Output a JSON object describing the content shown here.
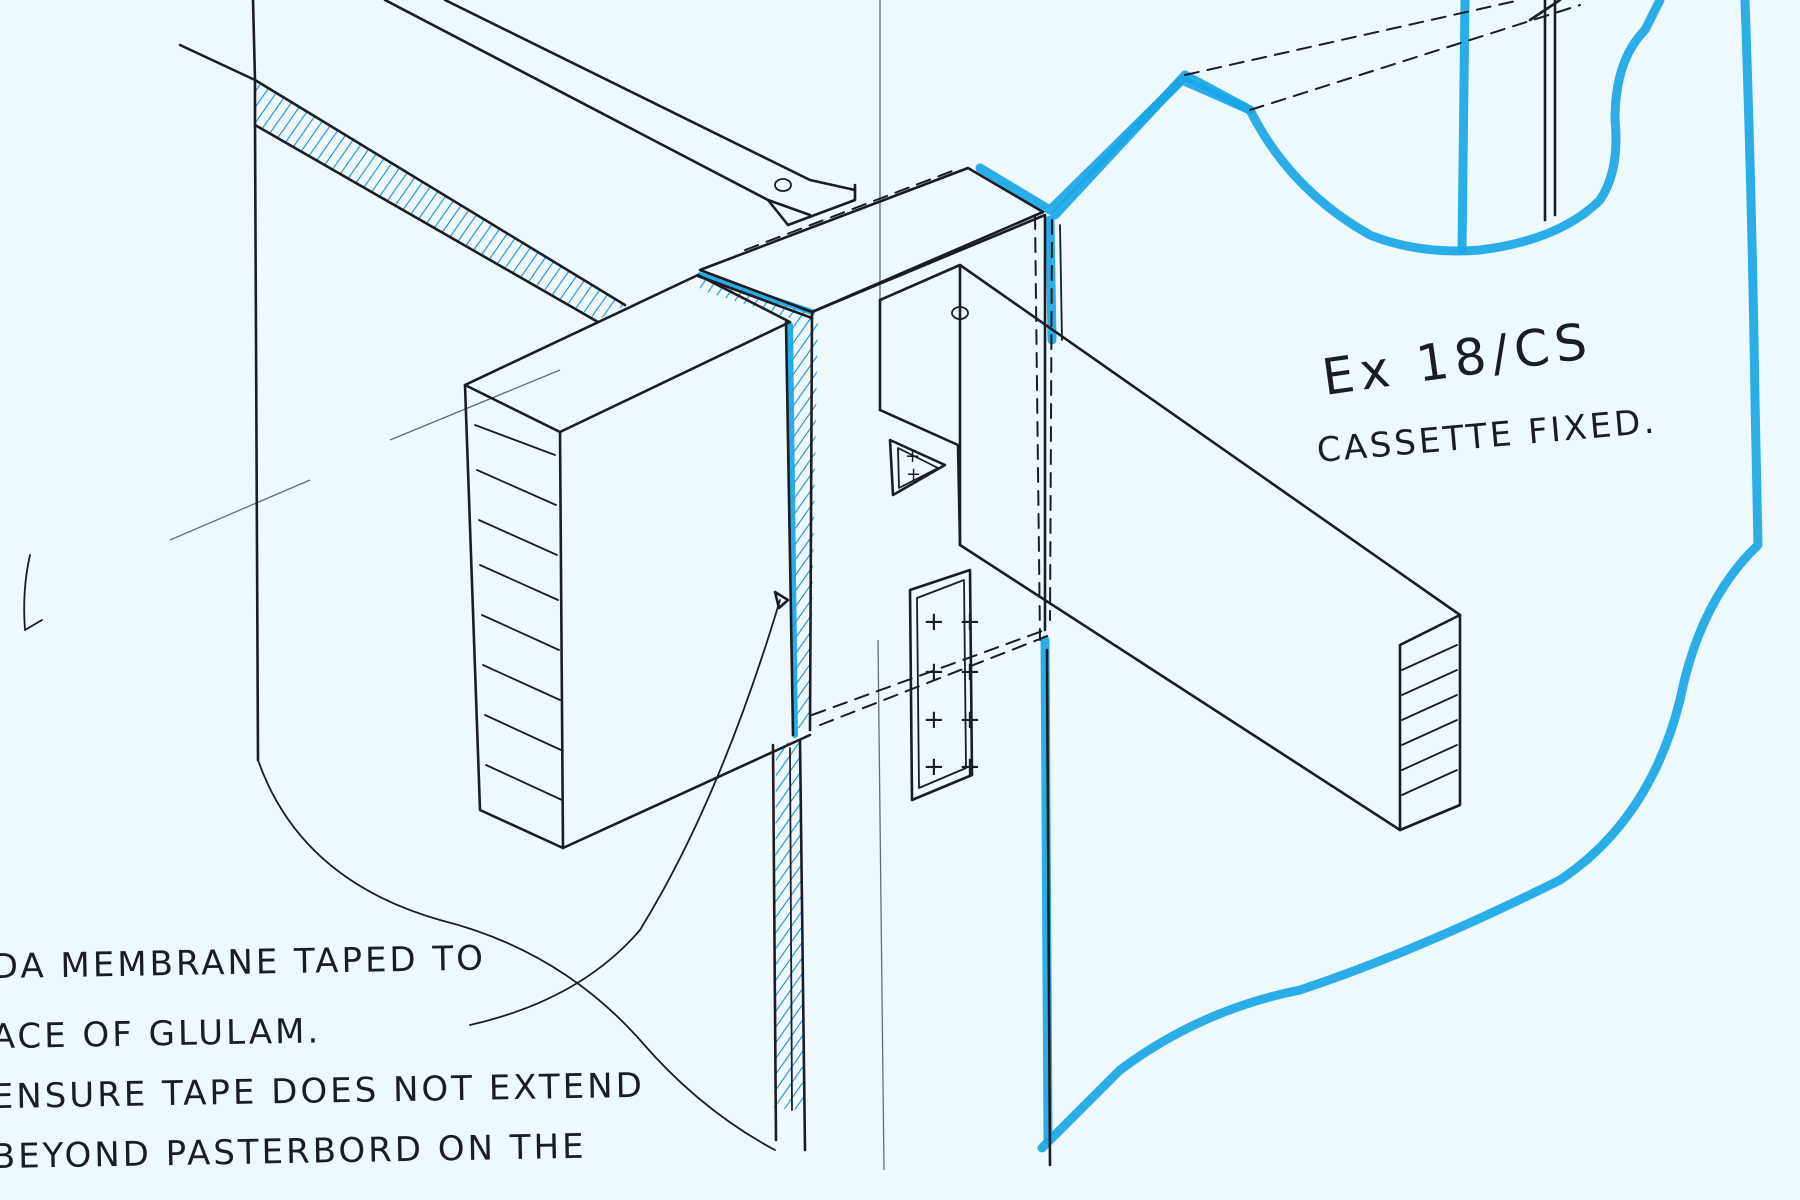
{
  "annotations": {
    "cassette_ref": "Ex 18/CS",
    "cassette_note": "CASSETTE FIXED.",
    "membrane_note": [
      "DA MEMBRANE TAPED TO",
      "ACE OF GLULAM.",
      "ENSURE TAPE DOES NOT EXTEND",
      "BEYOND PASTERBORD ON THE"
    ]
  },
  "colors": {
    "ink": "#1c1c24",
    "highlighter": "#1aa6e6",
    "paper": "#eef9fd"
  }
}
